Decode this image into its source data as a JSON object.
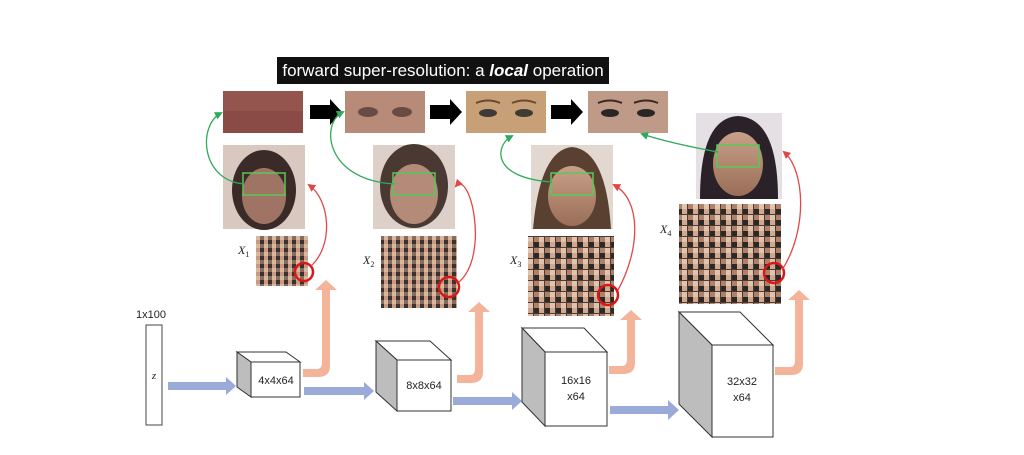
{
  "banner": {
    "pre": "forward super-resolution: a ",
    "emph": "local",
    "post": " operation"
  },
  "latent": {
    "size_label": "1x100",
    "var_label": "z"
  },
  "blocks": [
    {
      "line1": "4x4x64",
      "line2": ""
    },
    {
      "line1": "8x8x64",
      "line2": ""
    },
    {
      "line1": "16x16",
      "line2": "x64"
    },
    {
      "line1": "32x32",
      "line2": "x64"
    }
  ],
  "grids": [
    {
      "label": "X",
      "sub": "1"
    },
    {
      "label": "X",
      "sub": "2"
    },
    {
      "label": "X",
      "sub": "3"
    },
    {
      "label": "X",
      "sub": "4"
    }
  ],
  "colors": {
    "flow_arrow": "#9aabda",
    "up_arrow": "#f4b49a",
    "zoom_arrow": "#2eaa5c",
    "select_arrow": "#e04848",
    "highlight_box": "#58c858",
    "select_circle": "#d81818"
  }
}
